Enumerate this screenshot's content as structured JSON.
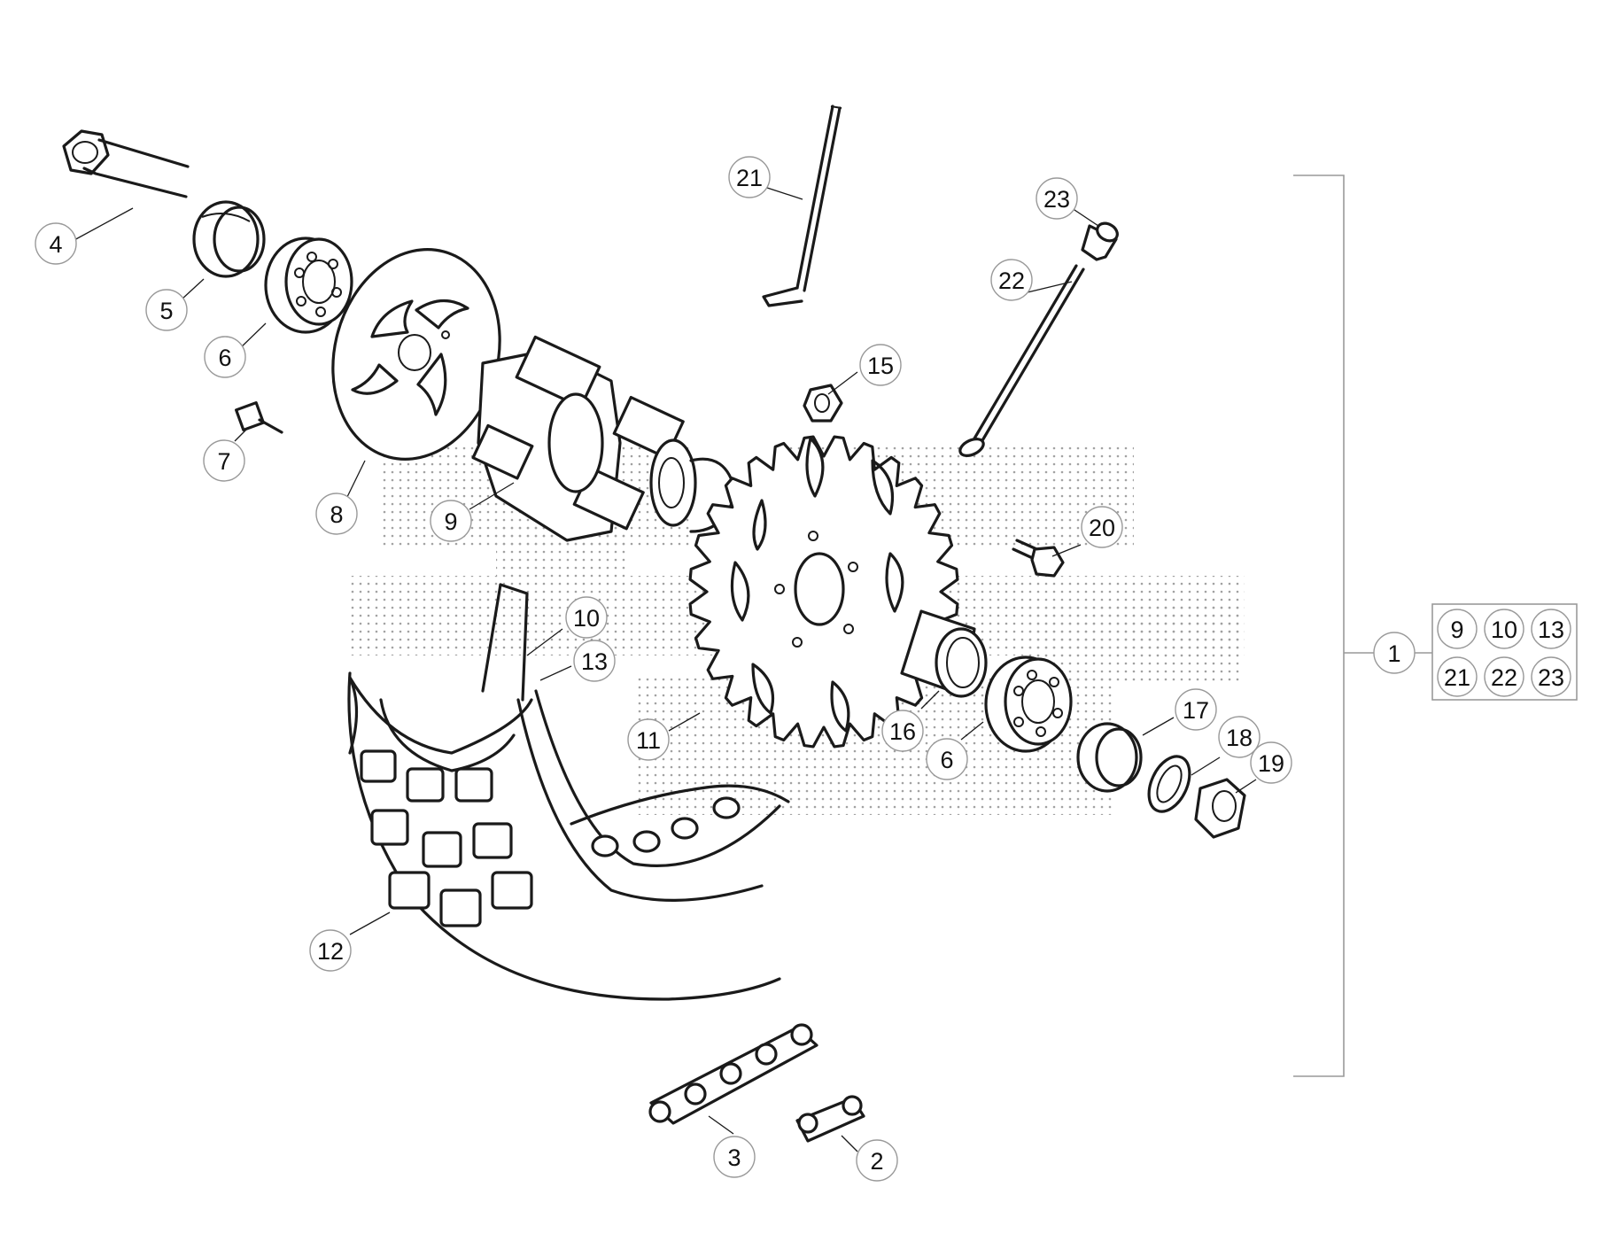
{
  "callouts": [
    {
      "label": "4"
    },
    {
      "label": "5"
    },
    {
      "label": "6"
    },
    {
      "label": "7"
    },
    {
      "label": "8"
    },
    {
      "label": "9"
    },
    {
      "label": "21"
    },
    {
      "label": "23"
    },
    {
      "label": "22"
    },
    {
      "label": "15"
    },
    {
      "label": "20"
    },
    {
      "label": "10"
    },
    {
      "label": "13"
    },
    {
      "label": "11"
    },
    {
      "label": "16"
    },
    {
      "label": "6"
    },
    {
      "label": "17"
    },
    {
      "label": "18"
    },
    {
      "label": "19"
    },
    {
      "label": "12"
    },
    {
      "label": "3"
    },
    {
      "label": "2"
    },
    {
      "label": "1"
    }
  ],
  "kit_box": {
    "row1": [
      "9",
      "10",
      "13"
    ],
    "row2": [
      "21",
      "22",
      "23"
    ]
  },
  "colors": {
    "line": "#1a1a1a",
    "callout_border": "#999999",
    "background": "#ffffff"
  }
}
